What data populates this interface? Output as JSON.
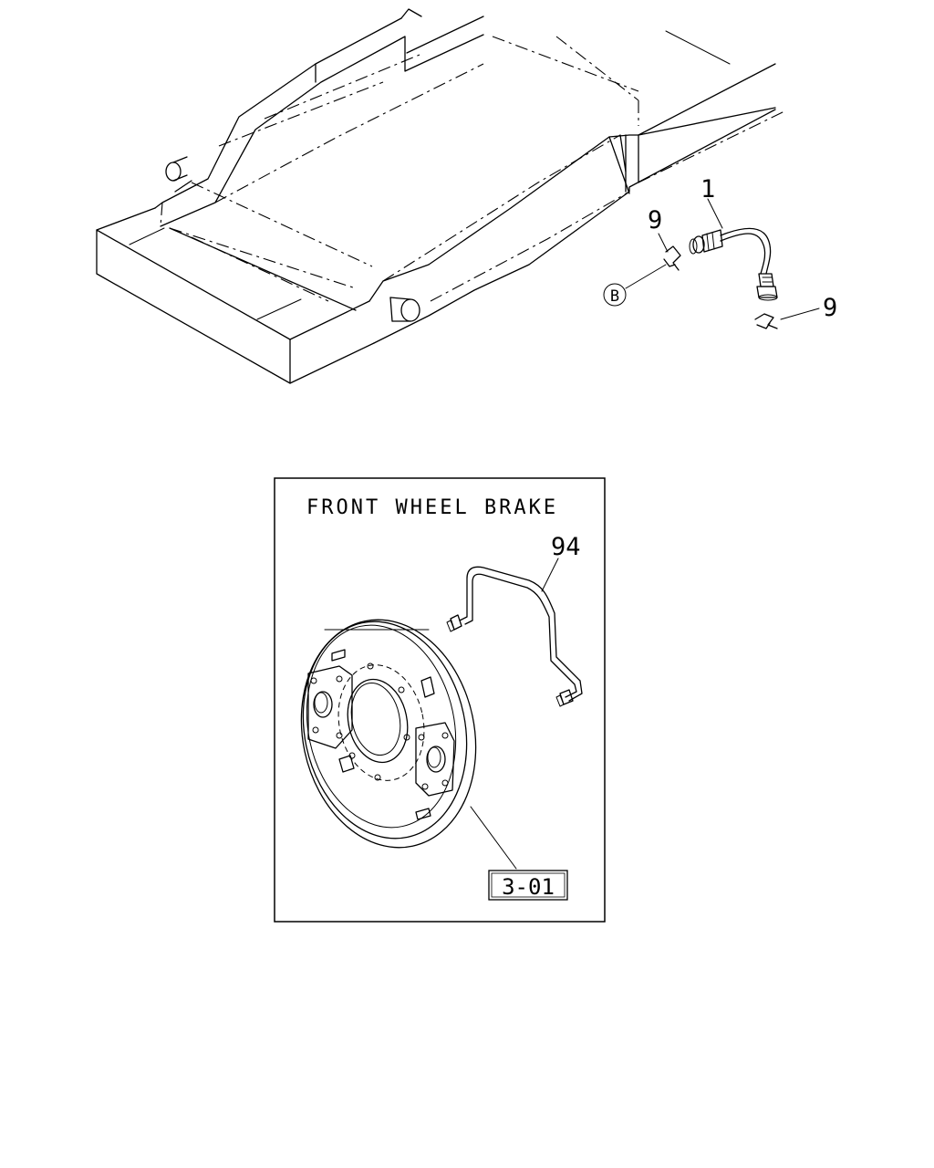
{
  "callouts": {
    "hose": "1",
    "clip_upper": "9",
    "clip_lower": "9",
    "pipe": "94",
    "ref_circle": "B"
  },
  "inset": {
    "title": "FRONT WHEEL BRAKE",
    "reference": "3-01"
  },
  "colors": {
    "line": "#000000",
    "background": "#ffffff"
  }
}
